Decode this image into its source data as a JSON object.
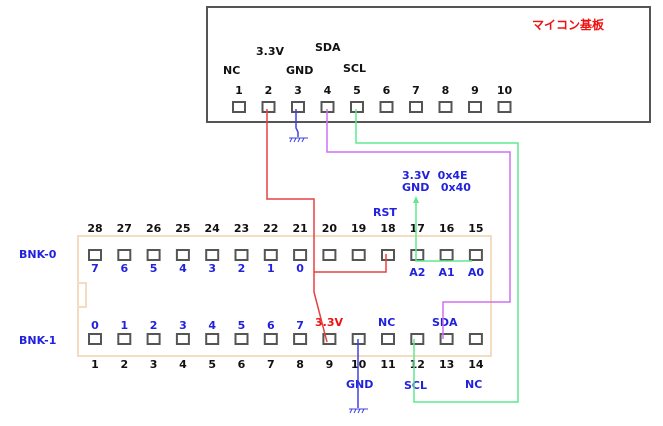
{
  "colors": {
    "board_border": "#555555",
    "chip_outline": "#f5dcc0",
    "wire_3v3": "#e84040",
    "wire_gnd": "#4040e0",
    "wire_sda": "#d070f0",
    "wire_scl": "#60e890",
    "title": "#ee1111",
    "blue_label": "#2222dd"
  },
  "mcu": {
    "title": "マイコン基板",
    "pin_numbers": [
      "1",
      "2",
      "3",
      "4",
      "5",
      "6",
      "7",
      "8",
      "9",
      "10"
    ],
    "signals": [
      {
        "pin": "1",
        "label": "NC"
      },
      {
        "pin": "2",
        "label": "3.3V"
      },
      {
        "pin": "3",
        "label": "GND"
      },
      {
        "pin": "4",
        "label": "SDA"
      },
      {
        "pin": "5",
        "label": "SCL"
      }
    ]
  },
  "address_note": {
    "line1": "3.3V  0x4E",
    "line2": "GND   0x40"
  },
  "chip": {
    "top_row": {
      "bank_label": "BNK-0",
      "pin_numbers": [
        "28",
        "27",
        "26",
        "25",
        "24",
        "23",
        "22",
        "21",
        "20",
        "19",
        "18",
        "17",
        "16",
        "15"
      ],
      "bit_labels": [
        "7",
        "6",
        "5",
        "4",
        "3",
        "2",
        "1",
        "0"
      ],
      "addr_labels": [
        "A2",
        "A1",
        "A0"
      ],
      "rst_label": "RST"
    },
    "bottom_row": {
      "bank_label": "BNK-1",
      "pin_numbers": [
        "1",
        "2",
        "3",
        "4",
        "5",
        "6",
        "7",
        "8",
        "9",
        "10",
        "11",
        "12",
        "13",
        "14"
      ],
      "bit_labels": [
        "0",
        "1",
        "2",
        "3",
        "4",
        "5",
        "6",
        "7"
      ],
      "pin9_label": "3.3V",
      "pin11_label": "NC",
      "pin13_label": "SDA",
      "pin10_label": "GND",
      "pin12_label": "SCL",
      "pin14_label": "NC"
    }
  },
  "connections": [
    {
      "from": "MCU-2",
      "to": "Chip-9 & Chip-18",
      "net": "3.3V"
    },
    {
      "from": "MCU-3",
      "to": "ground",
      "net": "GND"
    },
    {
      "from": "MCU-4",
      "to": "Chip-13",
      "net": "SDA"
    },
    {
      "from": "MCU-5",
      "to": "Chip-12",
      "net": "SCL"
    },
    {
      "from": "Chip-15/16/17",
      "to": "address select",
      "net": "A0-A2"
    },
    {
      "from": "Chip-10",
      "to": "ground",
      "net": "GND"
    }
  ]
}
